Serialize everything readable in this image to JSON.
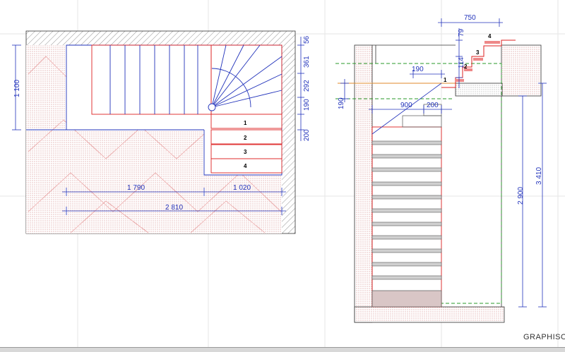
{
  "brand": "GRAPHISOFT",
  "colors": {
    "dimension": "#2233bb",
    "stair_outline": "#d22",
    "hatch": "#d77",
    "guide": "#2a9a2a",
    "wall": "#333333"
  },
  "plan": {
    "dims_left": [
      "1 100"
    ],
    "dims_right": [
      "56",
      "361",
      "292",
      "190",
      "200"
    ],
    "dims_bottom": [
      "1 790",
      "1 020"
    ],
    "dim_total": "2 810",
    "step_numbers": [
      "1",
      "2",
      "3",
      "4"
    ]
  },
  "section": {
    "dim_top": "750",
    "dims_top_steps": [
      "79",
      "114"
    ],
    "dim_190_inner": "190",
    "dim_190_left": "190",
    "dim_900": "900",
    "dim_200": "200",
    "dim_2900": "2 900",
    "dim_3410": "3 410",
    "step_numbers": [
      "1",
      "2",
      "3",
      "4"
    ]
  }
}
